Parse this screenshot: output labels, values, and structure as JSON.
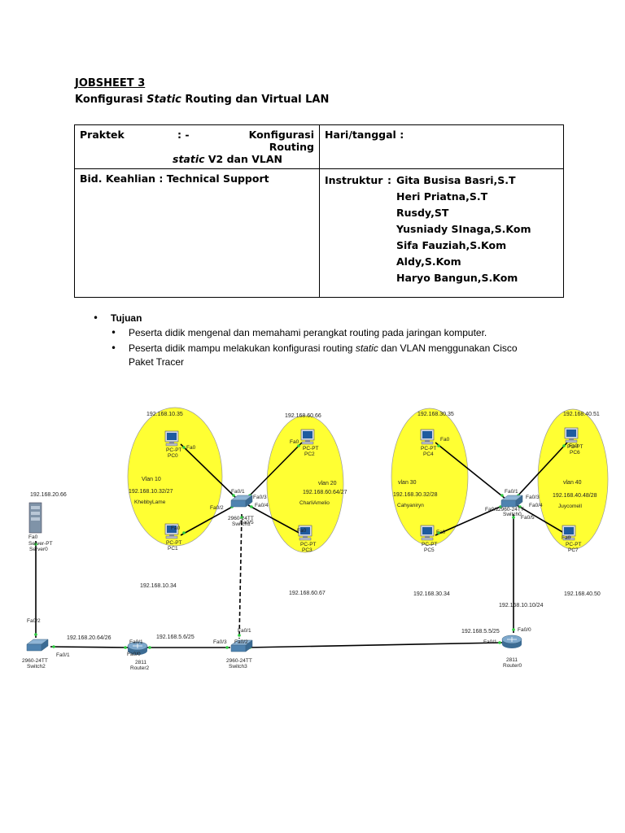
{
  "header": {
    "title": "JOBSHEET 3",
    "subtitle_pre": "Konfigurasi ",
    "subtitle_em": "Static",
    "subtitle_post": " Routing dan Virtual LAN"
  },
  "info_table": {
    "praktek_label": "Praktek",
    "praktek_sep": ": -",
    "praktek_value_1": "Konfigurasi Routing",
    "praktek_value_2_em": "static",
    "praktek_value_2": " V2 dan VLAN",
    "hari_label": "Hari/tanggal :",
    "bidang": "Bid. Keahlian : Technical Support",
    "instruktur_label": "Instruktur",
    "instruktur_sep": ":",
    "instrukturs": [
      "Gita Busisa Basri,S.T",
      "Heri Priatna,S.T",
      "Rusdy,ST",
      "Yusniady SInaga,S.Kom",
      "Sifa Fauziah,S.Kom",
      "Aldy,S.Kom",
      "Haryo Bangun,S.Kom"
    ]
  },
  "tujuan": {
    "label": "Tujuan",
    "item1": "Peserta didik mengenal dan memahami perangkat routing pada jaringan komputer.",
    "item2_pre": "Peserta didik mampu melakukan konfigurasi routing ",
    "item2_em": "static",
    "item2_post": " dan VLAN menggunakan Cisco",
    "item2_line2": "Paket Tracer"
  },
  "diagram": {
    "ip_pc0": "192.168.10.35",
    "ip_pc2": "192.168.60.66",
    "ip_pc4": "192.168.30.35",
    "ip_pc6": "192.168.40.51",
    "ip_server": "192.168.20.66",
    "ip_pc1": "192.168.10.34",
    "ip_pc3": "192.168.60.67",
    "ip_pc5": "192.168.30.34",
    "ip_pc7": "192.168.40.50",
    "ip_r0_fa00": "192.168.10.10/24",
    "ip_r0_fa01": "192.168.5.5/25",
    "ip_r2_net": "192.168.20.64/26",
    "ip_r2_fa01": "192.168.5.6/25",
    "vlan10": "Vlan 10",
    "net10": "192.168.10.32/27",
    "name10": "KhebbyLame",
    "vlan20": "vlan 20",
    "net20": "192.168.60.64/27",
    "name20": "CharliAmelio",
    "vlan30": "vlan 30",
    "net30": "192.168.30.32/28",
    "name30": "Cahyaniryn",
    "vlan40": "vlan 40",
    "net40": "192.168.40.48/28",
    "name40": "Juycomell",
    "pcpt": "PC-PT",
    "pc0": "PC0",
    "pc1": "PC1",
    "pc2": "PC2",
    "pc3": "PC3",
    "pc4": "PC4",
    "pc5": "PC5",
    "pc6": "PC6",
    "pc7": "PC7",
    "server_type": "Server-PT",
    "server_name": "Server0",
    "sw_model": "2960-24TT",
    "switch1": "Switch1",
    "switch0": "Switch0",
    "switch2": "Switch2",
    "switch3": "Switch3",
    "router_model": "2811",
    "router2": "Router2",
    "router0": "Router0",
    "fa0": "Fa0",
    "fa01": "Fa0/1",
    "fa02": "Fa0/2",
    "fa03": "Fa0/3",
    "fa04": "Fa0/4",
    "fa05": "Fa0/5",
    "fa00": "Fa0/0"
  }
}
